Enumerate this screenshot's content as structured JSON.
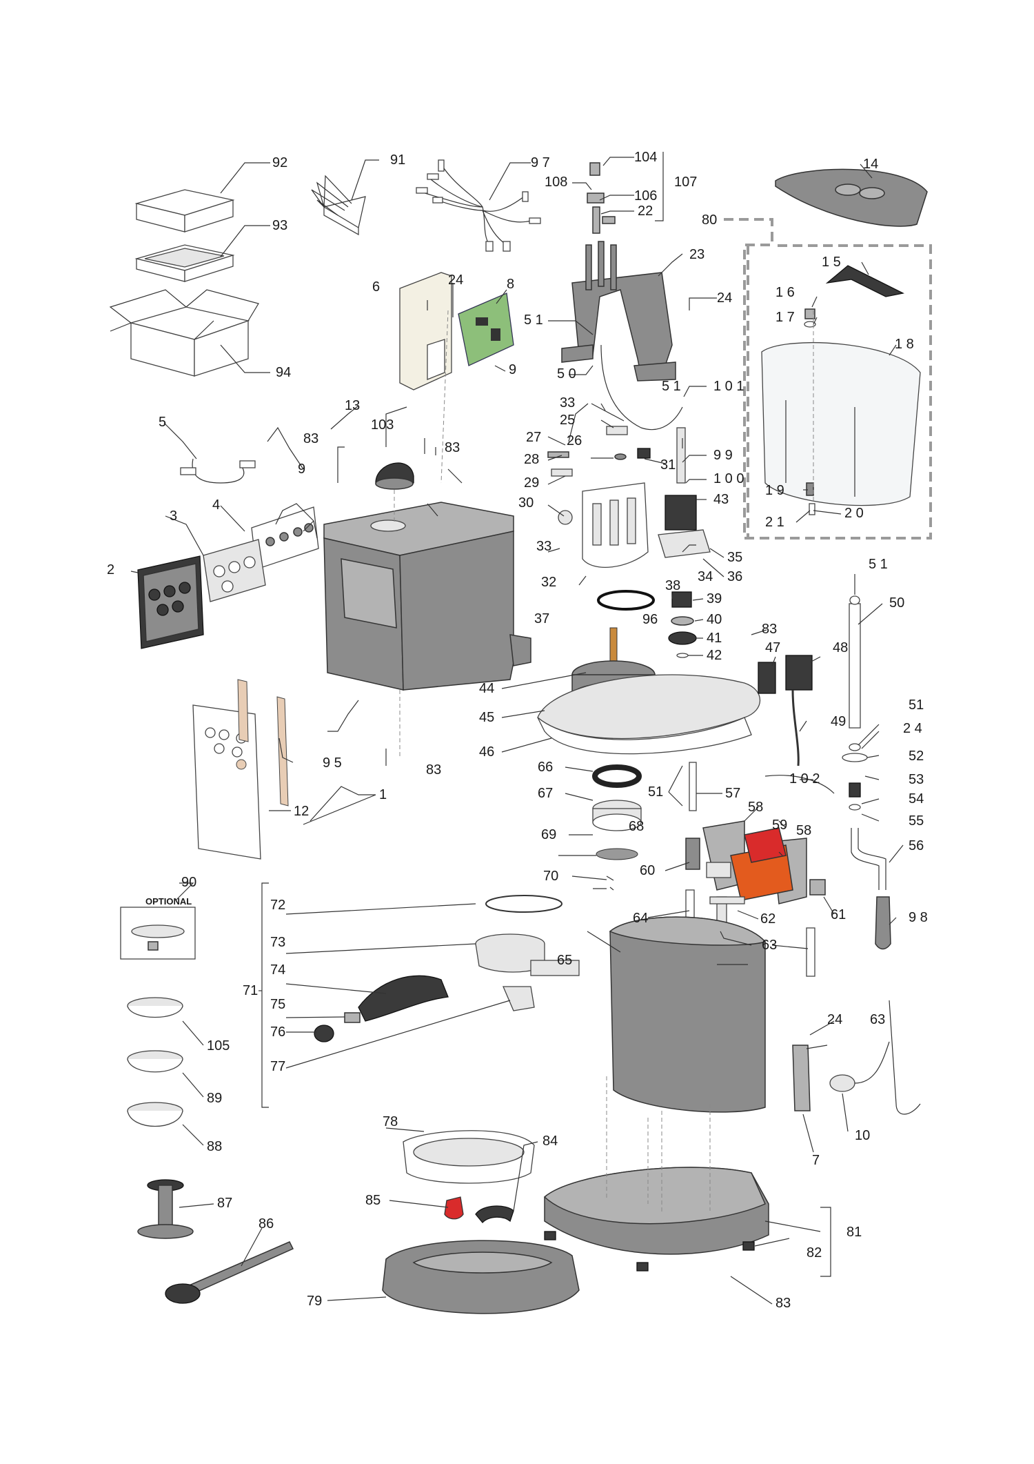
{
  "optional_label": "OPTIONAL",
  "colors": {
    "housing": "#8c8c8c",
    "pump": "#e35b1e",
    "button": "#d92b2b",
    "board": "#8dbf7a",
    "strip": "#e8cdb5",
    "group_box": "#9a9a9a"
  },
  "callouts": {
    "c1": "1",
    "c2": "2",
    "c3": "3",
    "c4": "4",
    "c5": "5",
    "c6": "6",
    "c7": "7",
    "c8": "8",
    "c9a": "9",
    "c9b": "9",
    "c10": "10",
    "c12": "12",
    "c13": "13",
    "c14": "14",
    "c15": "1 5",
    "c16": "1 6",
    "c17": "1 7",
    "c18": "1 8",
    "c19": "1 9",
    "c20": "2 0",
    "c21": "2 1",
    "c22": "22",
    "c23": "23",
    "c24a": "24",
    "c24b": "24",
    "c24c": "2 4",
    "c24d": "24",
    "c25": "25",
    "c26": "26",
    "c27": "27",
    "c28": "28",
    "c29": "29",
    "c30": "30",
    "c31": "31",
    "c32": "32",
    "c33a": "33",
    "c33b": "33",
    "c34": "34",
    "c35": "35",
    "c36": "36",
    "c37": "37",
    "c38": "38",
    "c39": "39",
    "c40": "40",
    "c41": "41",
    "c42": "42",
    "c43": "43",
    "c44": "44",
    "c45": "45",
    "c46": "46",
    "c47": "47",
    "c48": "48",
    "c49": "49",
    "c50a": "5 0",
    "c50b": "50",
    "c51a": "5 1",
    "c51b": "5 1",
    "c51c": "5 1",
    "c51d": "51",
    "c51e": "51",
    "c52": "52",
    "c53": "53",
    "c54": "54",
    "c55": "55",
    "c56": "56",
    "c57": "57",
    "c58a": "58",
    "c58b": "58",
    "c59": "59",
    "c60": "60",
    "c61": "61",
    "c62": "62",
    "c63a": "63",
    "c63b": "63",
    "c64": "64",
    "c65": "65",
    "c66": "66",
    "c67": "67",
    "c68": "68",
    "c69": "69",
    "c70": "70",
    "c71": "71",
    "c72": "72",
    "c73": "73",
    "c74": "74",
    "c75": "75",
    "c76": "76",
    "c77": "77",
    "c78": "78",
    "c79": "79",
    "c80": "80",
    "c81": "81",
    "c82": "82",
    "c83a": "83",
    "c83b": "83",
    "c83c": "83",
    "c83d": "83",
    "c83e": "83",
    "c84": "84",
    "c85": "85",
    "c86": "86",
    "c87": "87",
    "c88": "88",
    "c89": "89",
    "c90": "90",
    "c91": "91",
    "c92": "92",
    "c93": "93",
    "c94": "94",
    "c95": "9 5",
    "c96": "96",
    "c97": "9 7",
    "c98": "9 8",
    "c99": "9 9",
    "c100": "1 0 0",
    "c101": "1 0 1",
    "c102": "1 0 2",
    "c103": "103",
    "c104": "104",
    "c105": "105",
    "c106": "106",
    "c107": "107",
    "c108": "108"
  }
}
